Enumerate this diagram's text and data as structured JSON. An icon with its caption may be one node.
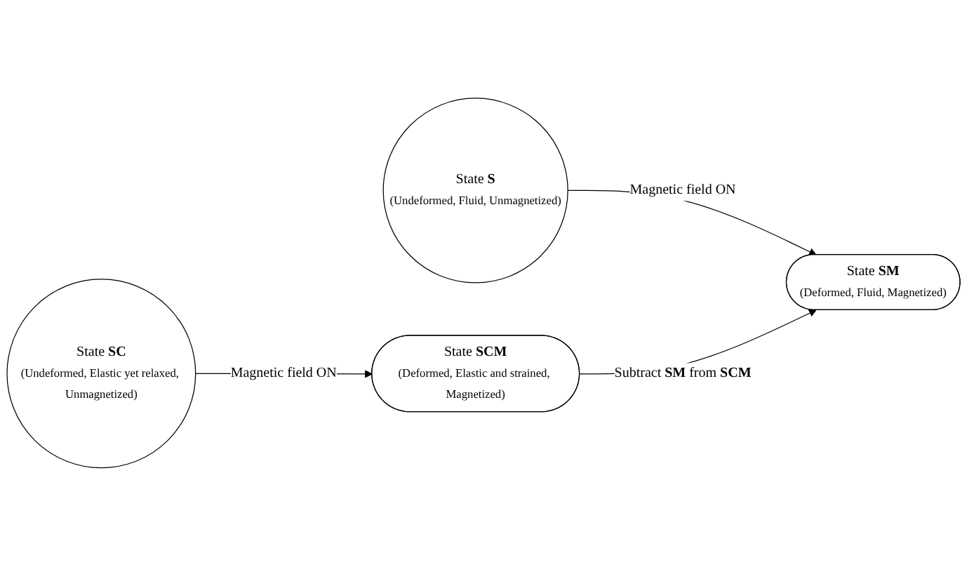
{
  "diagram": {
    "nodes": [
      {
        "text": [
          "State **S**",
          "(Undeformed, Fluid, Unmagnetized)"
        ]
      },
      {
        "text": [
          "State **SM**",
          "(Deformed, Fluid, Magnetized)"
        ]
      },
      {
        "text": [
          "State **SC**",
          "(Undeformed, Elastic yet relaxed, Unmagnetized)"
        ]
      },
      {
        "text": [
          "State **SCM**",
          "(Deformed, Elastic and strained, Magnetized)"
        ]
      }
    ],
    "edges": [
      {
        "from": 0,
        "to": 1,
        "arrow": "to",
        "label": "Magnetic field ON"
      },
      {
        "from": 2,
        "to": 3,
        "arrow": "to",
        "label": "Magnetic field ON"
      },
      {
        "from": 3,
        "to": 1,
        "arrow": "to",
        "label": "Subtract **SM** from **SCM**"
      }
    ]
  }
}
